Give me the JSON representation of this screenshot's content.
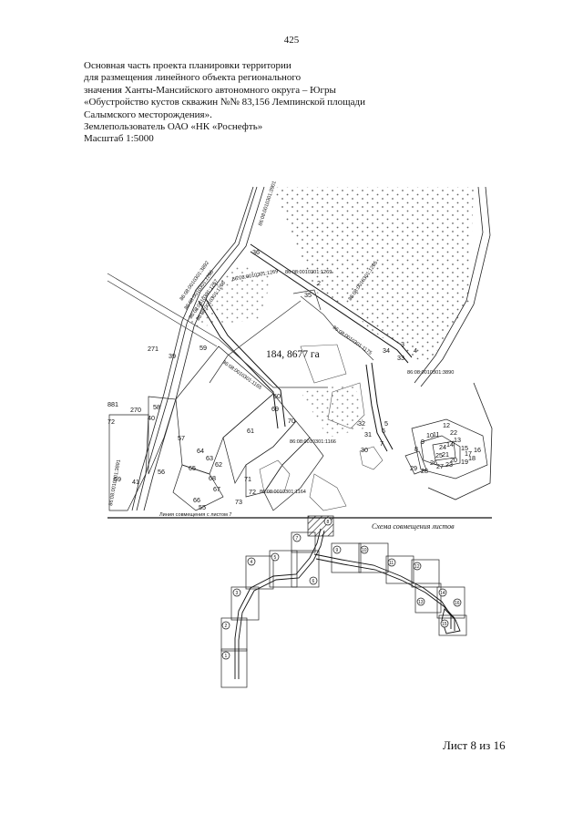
{
  "page_number": "425",
  "header_lines": [
    "Основная часть проекта планировки территории",
    "для размещения линейного объекта регионального",
    "значения Ханты-Мансийского автономного округа – Югры",
    "«Обустройство кустов скважин №№ 83,156 Лемпинской площади",
    "Салымского месторождения».",
    "Землепользователь ОАО «НК «Роснефть»",
    "Масштаб 1:5000"
  ],
  "map": {
    "area_label": "184, 8677 га",
    "join_line_label": "Линия совмещения с листом 7",
    "point_labels": [
      "36",
      "2",
      "35",
      "3",
      "4",
      "34",
      "33",
      "271",
      "39",
      "59",
      "58",
      "270",
      "40",
      "57",
      "60",
      "69",
      "70",
      "61",
      "32",
      "31",
      "6",
      "30",
      "7",
      "64",
      "63",
      "62",
      "56",
      "65",
      "68",
      "67",
      "71",
      "72",
      "73",
      "66",
      "55",
      "69",
      "41",
      "881",
      "72",
      "5",
      "8",
      "9",
      "10",
      "11",
      "12",
      "22",
      "13",
      "14",
      "15",
      "16",
      "17",
      "18",
      "19",
      "20",
      "21",
      "23",
      "24",
      "25",
      "26",
      "27",
      "28",
      "29"
    ],
    "cadastral_labels": [
      "86:08:0010301:3901",
      "86:08:0010301:1269",
      "86:08:0010301:1269",
      "86:08:0010301:1265",
      "86:08:0010301:1266",
      "86:08:0010301:1267",
      "86:08:0010301:1268",
      "86:08:0010301:3892",
      "86:08:0010301:1175",
      "86:08:0010301:3890",
      "86:08:0010301:1166",
      "86:08:0010301:1164",
      "86:08:0010301:1165",
      "86:08:0010301:3891"
    ]
  },
  "scheme": {
    "title": "Схема совмещения листов",
    "sheet_numbers": [
      "1",
      "2",
      "3",
      "4",
      "5",
      "6",
      "7",
      "8",
      "9",
      "10",
      "11",
      "12",
      "13",
      "14",
      "15",
      "16"
    ]
  },
  "sheet_label": "Лист 8 из 16"
}
